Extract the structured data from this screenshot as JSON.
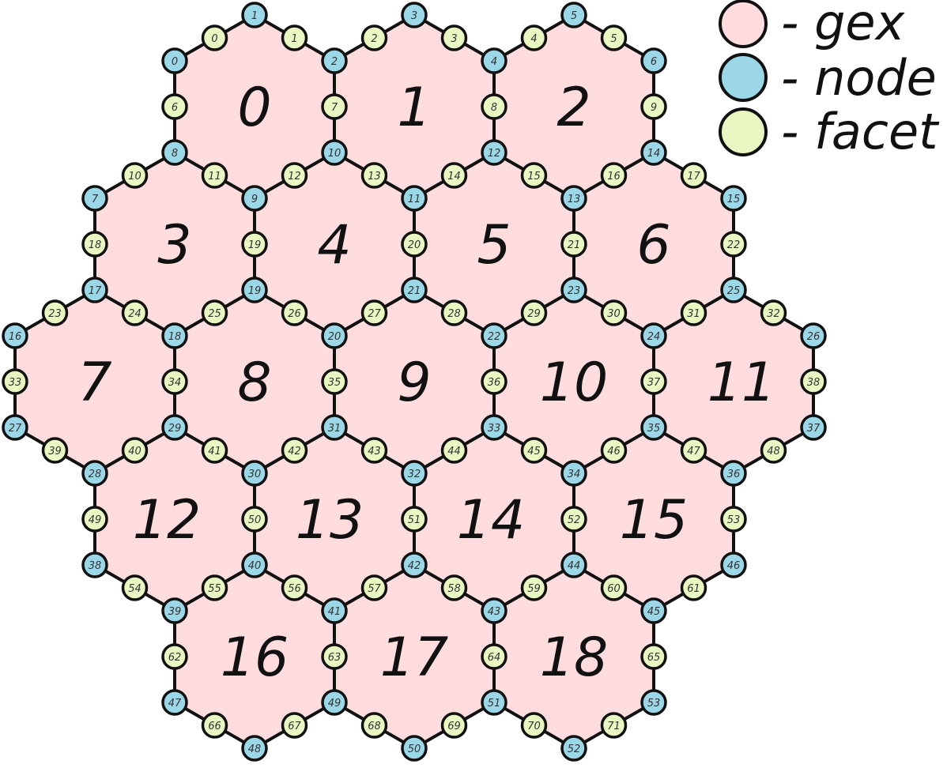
{
  "legend": [
    {
      "swatch": "#ffdddf",
      "label": "- gex"
    },
    {
      "swatch": "#9bd7e7",
      "label": "- node"
    },
    {
      "swatch": "#e9f8c3",
      "label": "- facet"
    }
  ],
  "colors": {
    "gex": "#ffdddf",
    "node": "#9bd7e7",
    "facet": "#e9f8c3",
    "edge": "#111111"
  },
  "gex_rows": [
    [
      "0",
      "1",
      "2"
    ],
    [
      "3",
      "4",
      "5",
      "6"
    ],
    [
      "7",
      "8",
      "9",
      "10",
      "11"
    ],
    [
      "12",
      "13",
      "14",
      "15"
    ],
    [
      "16",
      "17",
      "18"
    ]
  ],
  "vertex_rows": [
    [
      "1",
      "3",
      "5"
    ],
    [
      "0",
      "2",
      "4",
      "6"
    ],
    [
      "8",
      "10",
      "12",
      "14"
    ],
    [
      "7",
      "9",
      "11",
      "13",
      "15"
    ],
    [
      "17",
      "19",
      "21",
      "23",
      "25"
    ],
    [
      "16",
      "18",
      "20",
      "22",
      "24",
      "26"
    ],
    [
      "27",
      "29",
      "31",
      "33",
      "35",
      "37"
    ],
    [
      "28",
      "30",
      "32",
      "34",
      "36"
    ],
    [
      "38",
      "40",
      "42",
      "44",
      "46"
    ],
    [
      "39",
      "41",
      "43",
      "45"
    ],
    [
      "47",
      "49",
      "51",
      "53"
    ],
    [
      "48",
      "50",
      "52"
    ]
  ],
  "diag_facet_rows": [
    [
      "0",
      "1",
      "2",
      "3",
      "4",
      "5"
    ],
    [
      "10",
      "11",
      "12",
      "13",
      "14",
      "15",
      "16",
      "17"
    ],
    [
      "23",
      "24",
      "25",
      "26",
      "27",
      "28",
      "29",
      "30",
      "31",
      "32"
    ],
    [
      "39",
      "40",
      "41",
      "42",
      "43",
      "44",
      "45",
      "46",
      "47",
      "48"
    ],
    [
      "54",
      "55",
      "56",
      "57",
      "58",
      "59",
      "60",
      "61"
    ],
    [
      "66",
      "67",
      "68",
      "69",
      "70",
      "71"
    ]
  ],
  "vert_facet_rows": [
    [
      "6",
      "7",
      "8",
      "9"
    ],
    [
      "18",
      "19",
      "20",
      "21",
      "22"
    ],
    [
      "33",
      "34",
      "35",
      "36",
      "37",
      "38"
    ],
    [
      "49",
      "50",
      "51",
      "52",
      "53"
    ],
    [
      "62",
      "63",
      "64",
      "65"
    ]
  ]
}
